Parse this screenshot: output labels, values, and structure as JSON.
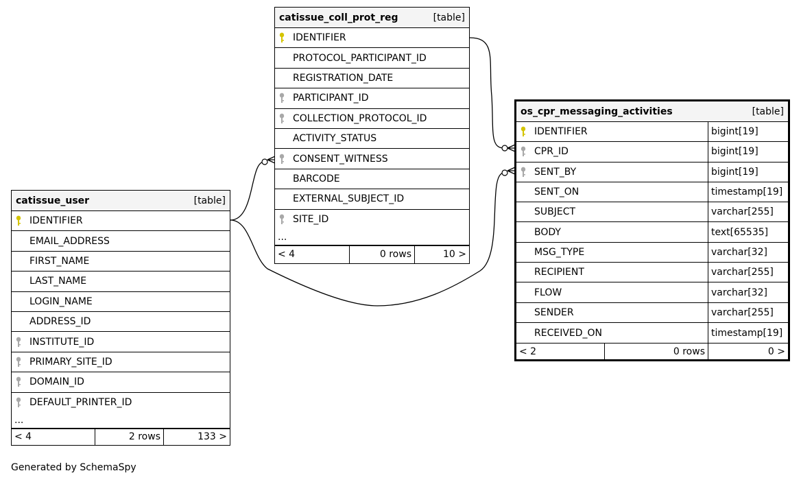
{
  "tables": {
    "coll_prot_reg": {
      "name": "catissue_coll_prot_reg",
      "kind": "[table]",
      "columns": [
        {
          "name": "IDENTIFIER",
          "key": "primary"
        },
        {
          "name": "PROTOCOL_PARTICIPANT_ID",
          "key": "none"
        },
        {
          "name": "REGISTRATION_DATE",
          "key": "none"
        },
        {
          "name": "PARTICIPANT_ID",
          "key": "foreign"
        },
        {
          "name": "COLLECTION_PROTOCOL_ID",
          "key": "foreign"
        },
        {
          "name": "ACTIVITY_STATUS",
          "key": "none"
        },
        {
          "name": "CONSENT_WITNESS",
          "key": "foreign"
        },
        {
          "name": "BARCODE",
          "key": "none"
        },
        {
          "name": "EXTERNAL_SUBJECT_ID",
          "key": "none"
        },
        {
          "name": "SITE_ID",
          "key": "foreign"
        }
      ],
      "more": "...",
      "footer": {
        "parents": "< 4",
        "rows": "0 rows",
        "children": "10 >"
      }
    },
    "user": {
      "name": "catissue_user",
      "kind": "[table]",
      "columns": [
        {
          "name": "IDENTIFIER",
          "key": "primary"
        },
        {
          "name": "EMAIL_ADDRESS",
          "key": "none"
        },
        {
          "name": "FIRST_NAME",
          "key": "none"
        },
        {
          "name": "LAST_NAME",
          "key": "none"
        },
        {
          "name": "LOGIN_NAME",
          "key": "none"
        },
        {
          "name": "ADDRESS_ID",
          "key": "none"
        },
        {
          "name": "INSTITUTE_ID",
          "key": "foreign"
        },
        {
          "name": "PRIMARY_SITE_ID",
          "key": "foreign"
        },
        {
          "name": "DOMAIN_ID",
          "key": "foreign"
        },
        {
          "name": "DEFAULT_PRINTER_ID",
          "key": "foreign"
        }
      ],
      "more": "...",
      "footer": {
        "parents": "< 4",
        "rows": "2 rows",
        "children": "133 >"
      }
    },
    "messaging": {
      "name": "os_cpr_messaging_activities",
      "kind": "[table]",
      "columns": [
        {
          "name": "IDENTIFIER",
          "type": "bigint[19]",
          "key": "primary"
        },
        {
          "name": "CPR_ID",
          "type": "bigint[19]",
          "key": "foreign"
        },
        {
          "name": "SENT_BY",
          "type": "bigint[19]",
          "key": "foreign"
        },
        {
          "name": "SENT_ON",
          "type": "timestamp[19]",
          "key": "none"
        },
        {
          "name": "SUBJECT",
          "type": "varchar[255]",
          "key": "none"
        },
        {
          "name": "BODY",
          "type": "text[65535]",
          "key": "none"
        },
        {
          "name": "MSG_TYPE",
          "type": "varchar[32]",
          "key": "none"
        },
        {
          "name": "RECIPIENT",
          "type": "varchar[255]",
          "key": "none"
        },
        {
          "name": "FLOW",
          "type": "varchar[32]",
          "key": "none"
        },
        {
          "name": "SENDER",
          "type": "varchar[255]",
          "key": "none"
        },
        {
          "name": "RECEIVED_ON",
          "type": "timestamp[19]",
          "key": "none"
        }
      ],
      "footer": {
        "parents": "< 2",
        "rows": "0 rows",
        "children": "0 >"
      }
    }
  },
  "colors": {
    "primary_key": "#d4c400",
    "foreign_key": "#a8a8a8",
    "header_bg": "#f4f4f4"
  },
  "credit": "Generated by SchemaSpy"
}
